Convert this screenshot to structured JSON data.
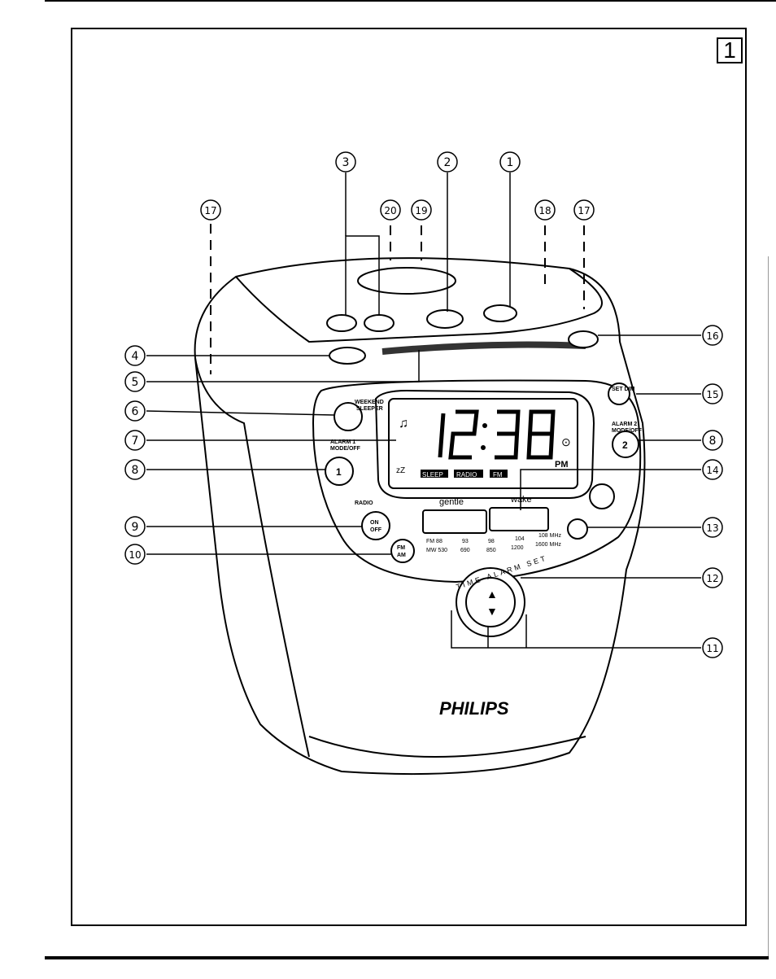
{
  "figure": {
    "number": "1"
  },
  "device": {
    "brand": "PHILIPS",
    "display": {
      "time": "12:38",
      "pm": "PM",
      "indicators": [
        "SLEEP",
        "RADIO",
        "FM"
      ],
      "zz": "zZ"
    },
    "labels": {
      "weekend_sleeper": [
        "WEEKEND",
        "SLEEPER"
      ],
      "alarm1": [
        "ALARM 1",
        "MODE/OFF"
      ],
      "radio": "RADIO",
      "on_off": [
        "ON",
        "OFF"
      ],
      "fm_am": [
        "FM",
        "AM"
      ],
      "set_dim": "SET DIM",
      "alarm2": [
        "ALARM 2",
        "MODE/OFF"
      ],
      "gentle_wake": [
        "gentle",
        "wake"
      ],
      "fm_scale": [
        "FM  88",
        "93",
        "98",
        "104",
        "108 MHz"
      ],
      "mw_scale": [
        "MW 530",
        "690",
        "850",
        "1200",
        "1600 MHz"
      ],
      "ring": "TIME-ALARM SET",
      "alarm1_btn": "1",
      "alarm2_btn": "2"
    }
  },
  "callouts": [
    {
      "id": "1",
      "label": "1"
    },
    {
      "id": "2",
      "label": "2"
    },
    {
      "id": "3",
      "label": "3"
    },
    {
      "id": "4",
      "label": "4"
    },
    {
      "id": "5",
      "label": "5"
    },
    {
      "id": "6",
      "label": "6"
    },
    {
      "id": "7",
      "label": "7"
    },
    {
      "id": "8",
      "label": "8"
    },
    {
      "id": "8b",
      "label": "8"
    },
    {
      "id": "9",
      "label": "9"
    },
    {
      "id": "10",
      "label": "10"
    },
    {
      "id": "11",
      "label": "11"
    },
    {
      "id": "12",
      "label": "12"
    },
    {
      "id": "13",
      "label": "13"
    },
    {
      "id": "14",
      "label": "14"
    },
    {
      "id": "15",
      "label": "15"
    },
    {
      "id": "16",
      "label": "16"
    },
    {
      "id": "17",
      "label": "17"
    },
    {
      "id": "17b",
      "label": "17"
    },
    {
      "id": "18",
      "label": "18"
    },
    {
      "id": "19",
      "label": "19"
    },
    {
      "id": "20",
      "label": "20"
    }
  ]
}
